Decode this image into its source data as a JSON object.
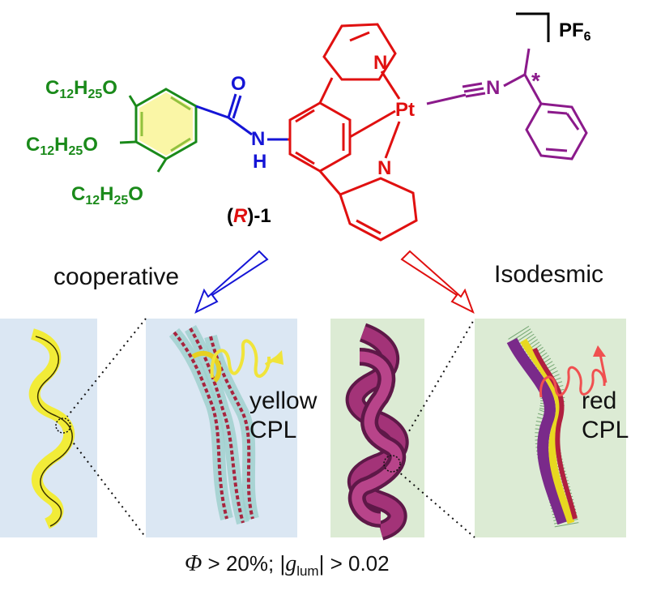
{
  "molecule": {
    "chain_prefix": "C",
    "chain_c_sub": "12",
    "chain_h": "H",
    "chain_h_sub": "25",
    "chain_o": "O",
    "amide_o": "O",
    "amide_n": "N",
    "amide_h": "H",
    "pyridine_n_top": "N",
    "pyridine_n_bottom": "N",
    "metal": "Pt",
    "isocyanide_n": "N",
    "chiral_mark": "*",
    "counterion_main": "PF",
    "counterion_sub": "6",
    "compound_open": "(",
    "compound_chirality": "R",
    "compound_close": ")-1"
  },
  "pathways": {
    "left": "cooperative",
    "right": "Isodesmic"
  },
  "emission": {
    "left_line1": "yellow",
    "left_line2": "CPL",
    "right_line1": "red",
    "right_line2": "CPL"
  },
  "footer": {
    "phi_symbol": "Φ",
    "phi_text": " > 20%;  |",
    "g_symbol": "g",
    "g_sub": "lum",
    "g_text": "| > 0.02"
  },
  "colors": {
    "green": "#1a8a1a",
    "blue": "#1515d6",
    "red": "#e01010",
    "purple": "#8b1a8b",
    "panel_blue": "#dbe7f3",
    "panel_green": "#dcebd4",
    "yellow_helix": "#f2ec38",
    "magenta_helix": "#9a2e72"
  }
}
